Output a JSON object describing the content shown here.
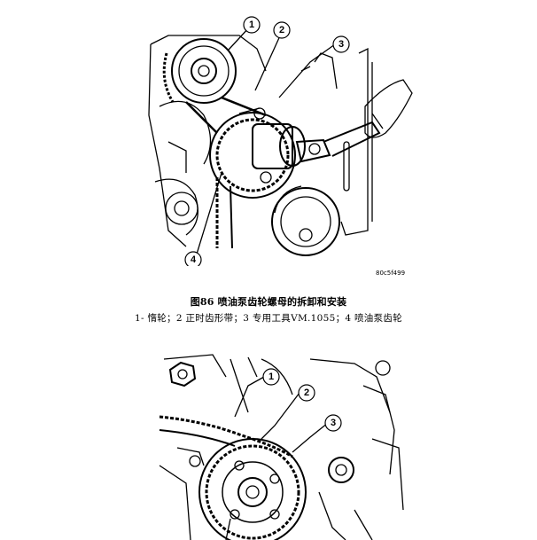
{
  "figure86": {
    "code": "80c5f499",
    "title": "图86 喷油泵齿轮螺母的拆卸和安装",
    "legend": "1- 惰轮；2 正时齿形带；3 专用工具VM.1055；4 喷油泵齿轮",
    "callouts": [
      "1",
      "2",
      "3",
      "4"
    ]
  },
  "figure87": {
    "callouts": [
      "1",
      "2",
      "3"
    ]
  }
}
